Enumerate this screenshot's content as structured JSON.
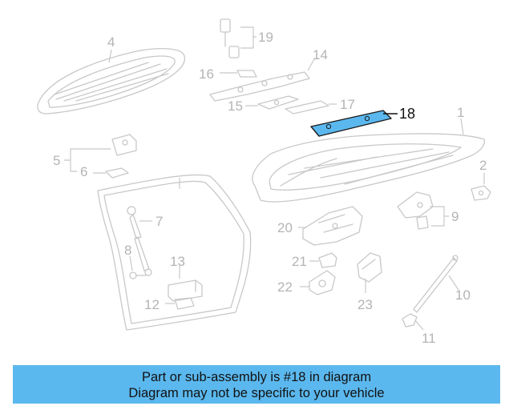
{
  "colors": {
    "highlight_fill": "#5bb8ee",
    "banner_bg": "#5bb8ee",
    "part_stroke": "#c8c8c8",
    "callout_text": "#b4b4b4",
    "highlight_text": "#111111"
  },
  "callouts": {
    "c1": "1",
    "c2": "2",
    "c4": "4",
    "c5": "5",
    "c6": "6",
    "c7": "7",
    "c8": "8",
    "c9": "9",
    "c10": "10",
    "c11": "11",
    "c12": "12",
    "c13": "13",
    "c14": "14",
    "c15": "15",
    "c16": "16",
    "c17": "17",
    "c18": "18",
    "c19": "19",
    "c20": "20",
    "c21": "21",
    "c22": "22",
    "c23": "23"
  },
  "banner": {
    "line1": "Part or sub-assembly is #18 in diagram",
    "line2": "Diagram may not be specific to your vehicle"
  }
}
